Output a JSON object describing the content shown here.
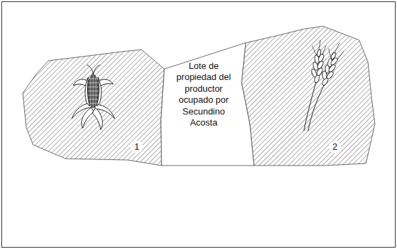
{
  "diagram": {
    "nodes": [
      {
        "text": [
          "1"
        ]
      },
      {
        "text": [
          "Lote de propiedad del productor ocupado por Secundino Acosta"
        ]
      },
      {
        "text": [
          "2"
        ]
      }
    ]
  }
}
